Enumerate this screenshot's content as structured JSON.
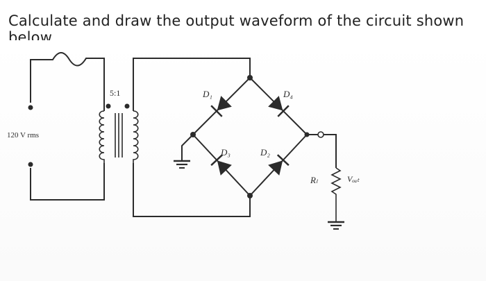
{
  "question": "Calculate and draw the output waveform of the circuit shown below.",
  "labels": {
    "source": "120 V rms",
    "turns_ratio": "5:1",
    "d1": "D₁",
    "d2": "D₂",
    "d3": "D₃",
    "d4": "D₄",
    "rl": "Rₗ",
    "vout": "Vₒᵤₜ"
  }
}
